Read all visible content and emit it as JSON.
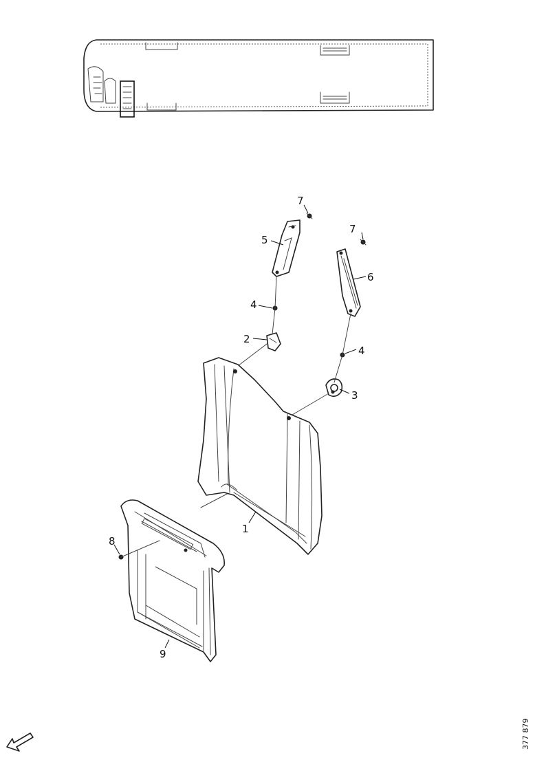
{
  "callouts": [
    {
      "id": "c1",
      "label": "1"
    },
    {
      "id": "c2",
      "label": "2"
    },
    {
      "id": "c3",
      "label": "3"
    },
    {
      "id": "c4a",
      "label": "4"
    },
    {
      "id": "c4b",
      "label": "4"
    },
    {
      "id": "c5",
      "label": "5"
    },
    {
      "id": "c6",
      "label": "6"
    },
    {
      "id": "c7a",
      "label": "7"
    },
    {
      "id": "c7b",
      "label": "7"
    },
    {
      "id": "c8",
      "label": "8"
    },
    {
      "id": "c9",
      "label": "9"
    }
  ],
  "drawing_code": "377 879",
  "icons": {
    "direction_arrow": "forward-direction-arrow-icon"
  }
}
